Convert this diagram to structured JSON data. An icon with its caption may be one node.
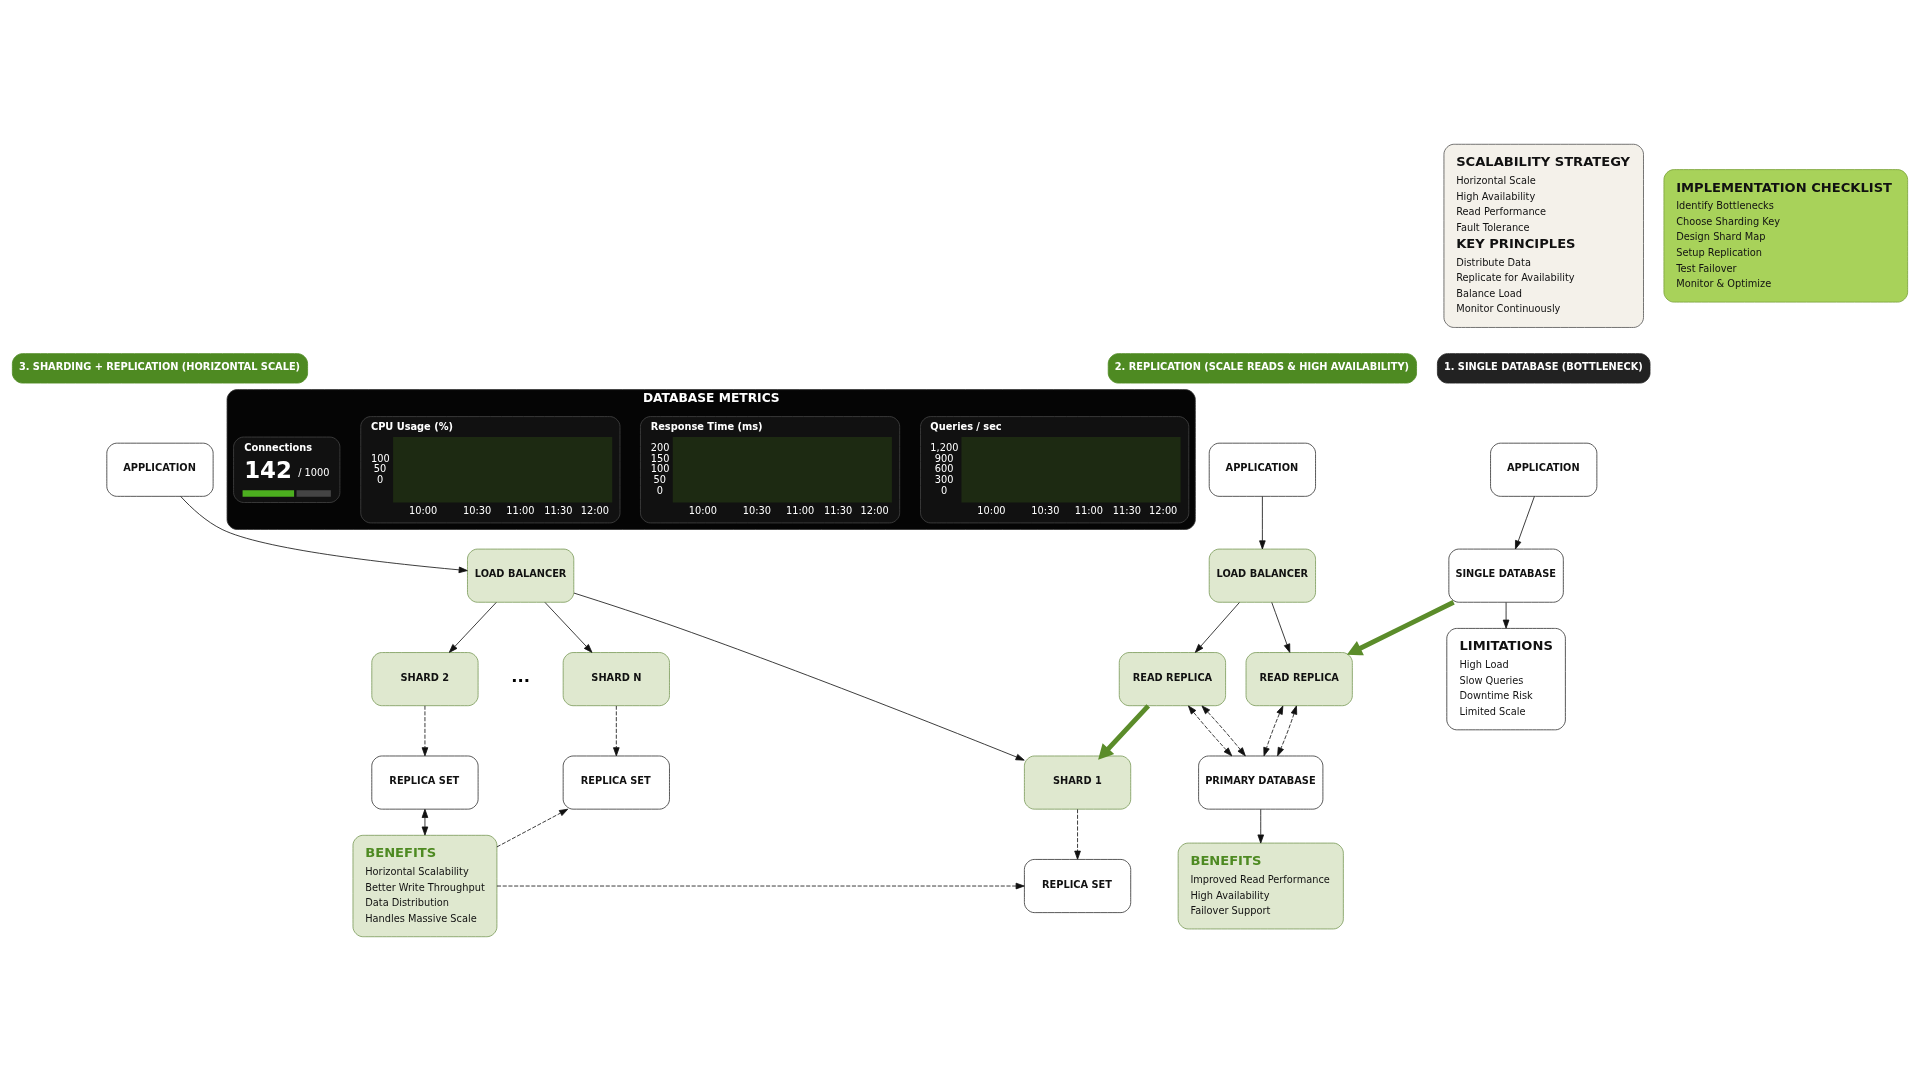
{
  "diagram": {
    "nodes": [
      {
        "text": [
          "1. SINGLE DATABASE (BOTTLENECK)"
        ]
      },
      {
        "text": [
          "APPLICATION"
        ]
      },
      {
        "text": [
          "SINGLE DATABASE"
        ]
      },
      {
        "text": [
          "LIMITATIONS",
          "High Load",
          "Slow Queries",
          "Downtime Risk",
          "Limited Scale"
        ]
      },
      {
        "text": [
          "2. REPLICATION (SCALE READS & HIGH AVAILABILITY)"
        ]
      },
      {
        "text": [
          "APPLICATION"
        ]
      },
      {
        "text": [
          "LOAD BALANCER"
        ]
      },
      {
        "text": [
          "READ REPLICA"
        ]
      },
      {
        "text": [
          "READ REPLICA"
        ]
      },
      {
        "text": [
          "PRIMARY DATABASE"
        ]
      },
      {
        "text": [
          "BENEFITS",
          "Improved Read Performance",
          "High Availability",
          "Failover Support"
        ]
      },
      {
        "text": [
          "3. SHARDING + REPLICATION (HORIZONTAL SCALE)"
        ]
      },
      {
        "text": [
          "APPLICATION"
        ]
      },
      {
        "text": [
          "LOAD BALANCER"
        ]
      },
      {
        "text": [
          "SHARD 1"
        ]
      },
      {
        "text": [
          "SHARD 2"
        ]
      },
      {
        "text": [
          "SHARD N"
        ]
      },
      {
        "text": [
          "REPLICA SET"
        ]
      },
      {
        "text": [
          "REPLICA SET"
        ]
      },
      {
        "text": [
          "REPLICA SET"
        ]
      },
      {
        "text": [
          "BENEFITS",
          "Horizontal Scalability",
          "Better Write Throughput",
          "Data Distribution",
          "Handles Massive Scale"
        ]
      },
      {
        "text": [
          "SCALABILITY STRATEGY",
          "Horizontal Scale",
          "High Availability",
          "Read Performance",
          "Fault Tolerance",
          "KEY PRINCIPLES",
          "Distribute Data",
          "Replicate for Availability",
          "Balance Load",
          "Monitor Continuously"
        ]
      },
      {
        "text": [
          "DATABASE METRICS"
        ]
      },
      {
        "text": [
          "Queries / sec",
          "1,200",
          "900",
          "600",
          "300",
          "0",
          "10:00",
          "10:30",
          "11:00",
          "11:30",
          "12:00"
        ],
        "in": 22
      },
      {
        "text": [
          "Response Time (ms)",
          "200",
          "150",
          "100",
          "50",
          "0",
          "10:00",
          "10:30",
          "11:00",
          "11:30",
          "12:00"
        ],
        "in": 22
      },
      {
        "text": [
          "CPU Usage (%)",
          "100",
          "50",
          "0",
          "10:00",
          "10:30",
          "11:00",
          "11:30",
          "12:00"
        ],
        "in": 22
      },
      {
        "text": [
          "Connections",
          "142",
          "/ 1000"
        ],
        "in": 22
      },
      {
        "text": [
          "IMPLEMENTATION CHECKLIST",
          "Identify Bottlenecks",
          "Choose Sharding Key",
          "Design Shard Map",
          "Setup Replication",
          "Test Failover",
          "Monitor & Optimize"
        ]
      }
    ],
    "edges": [
      {
        "from": 1,
        "to": 2,
        "arrow": "to"
      },
      {
        "from": 2,
        "to": 3,
        "arrow": "to"
      },
      {
        "from": 2,
        "to": 7,
        "arrow": "to",
        "style": "thick",
        "color": "#5b8c2a"
      },
      {
        "from": 5,
        "to": 6,
        "arrow": "to"
      },
      {
        "from": 6,
        "to": 7,
        "arrow": "to"
      },
      {
        "from": 6,
        "to": 8,
        "arrow": "to"
      },
      {
        "from": 7,
        "to": 9,
        "arrow": "both",
        "style": "dashed"
      },
      {
        "from": 7,
        "to": 9,
        "arrow": "both",
        "style": "dashed"
      },
      {
        "from": 8,
        "to": 9,
        "arrow": "both",
        "style": "dashed"
      },
      {
        "from": 8,
        "to": 9,
        "arrow": "both",
        "style": "dashed"
      },
      {
        "from": 9,
        "to": 10,
        "arrow": "to"
      },
      {
        "from": 8,
        "to": 14,
        "arrow": "to",
        "style": "thick",
        "color": "#5b8c2a"
      },
      {
        "from": 12,
        "to": 13,
        "arrow": "to"
      },
      {
        "from": 13,
        "to": 14,
        "arrow": "to"
      },
      {
        "from": 13,
        "to": 15,
        "arrow": "to"
      },
      {
        "from": 13,
        "to": 16,
        "arrow": "to"
      },
      {
        "from": 14,
        "to": 17,
        "arrow": "to",
        "style": "dashed"
      },
      {
        "from": 15,
        "to": 18,
        "arrow": "to",
        "style": "dashed"
      },
      {
        "from": 16,
        "to": 19,
        "arrow": "to",
        "style": "dashed"
      },
      {
        "from": 20,
        "to": 17,
        "arrow": "to",
        "style": "dashed"
      },
      {
        "from": 18,
        "to": 20,
        "arrow": "both"
      },
      {
        "from": 20,
        "to": 19,
        "arrow": "to",
        "style": "dashed"
      }
    ],
    "labels": [
      "..."
    ]
  }
}
